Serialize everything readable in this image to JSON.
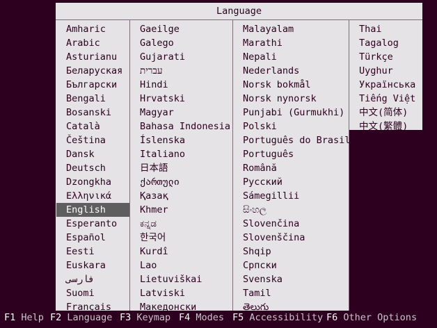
{
  "panel": {
    "title": "Language",
    "selected": "English",
    "columns": [
      [
        "Amharic",
        "Arabic",
        "Asturianu",
        "Беларуская",
        "Български",
        "Bengali",
        "Bosanski",
        "Català",
        "Čeština",
        "Dansk",
        "Deutsch",
        "Dzongkha",
        "Ελληνικά",
        "English",
        "Esperanto",
        "Español",
        "Eesti",
        "Euskara",
        "فارسی",
        "Suomi",
        "Français"
      ],
      [
        "Gaeilge",
        "Galego",
        "Gujarati",
        "עברית",
        "Hindi",
        "Hrvatski",
        "Magyar",
        "Bahasa Indonesia",
        "Íslenska",
        "Italiano",
        "日本語",
        "ქართული",
        "Қазақ",
        "Khmer",
        "ಕನ್ನಡ",
        "한국어",
        "Kurdî",
        "Lao",
        "Lietuviškai",
        "Latviski",
        "Македонски"
      ],
      [
        "Malayalam",
        "Marathi",
        "Nepali",
        "Nederlands",
        "Norsk bokmål",
        "Norsk nynorsk",
        "Punjabi (Gurmukhi)",
        "Polski",
        "Português do Brasil",
        "Português",
        "Română",
        "Русский",
        "Sámegillii",
        "සිංහල",
        "Slovenčina",
        "Slovenščina",
        "Shqip",
        "Српски",
        "Svenska",
        "Tamil",
        "తెలుగు"
      ],
      [
        "Thai",
        "Tagalog",
        "Türkçe",
        "Uyghur",
        "Українська",
        "Tiếng Việt",
        "中文(简体)",
        "中文(繁體)"
      ]
    ]
  },
  "footer": [
    {
      "key": "F1",
      "label": "Help"
    },
    {
      "key": "F2",
      "label": "Language"
    },
    {
      "key": "F3",
      "label": "Keymap"
    },
    {
      "key": "F4",
      "label": "Modes"
    },
    {
      "key": "F5",
      "label": "Accessibility"
    },
    {
      "key": "F6",
      "label": "Other Options"
    }
  ],
  "colors": {
    "background": "#2c001e",
    "panel": "#e5e3e6",
    "selection": "#5e5e5e",
    "footer_text": "#cdc3ca"
  }
}
